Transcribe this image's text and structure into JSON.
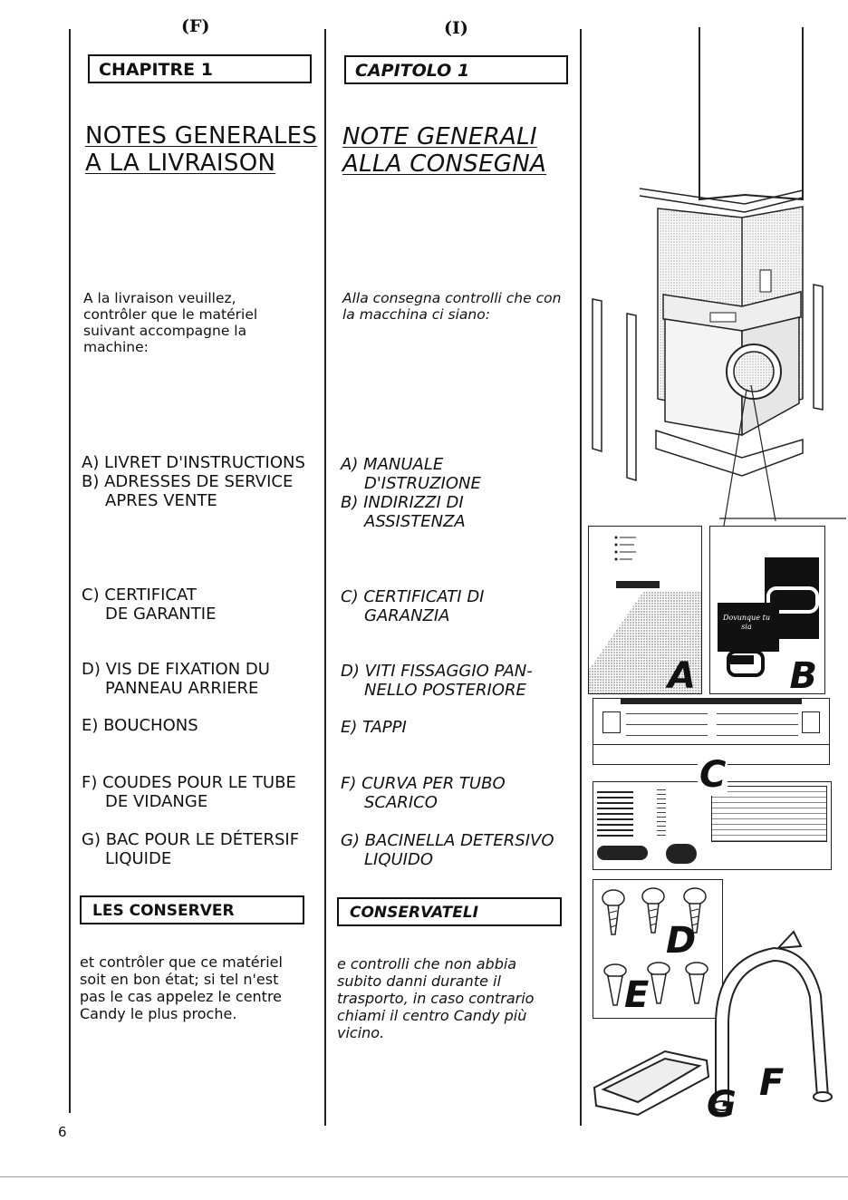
{
  "french": {
    "lang_mark": "F",
    "chapter": "CHAPITRE 1",
    "title_line1": "NOTES GENERALES",
    "title_line2": "A LA LIVRAISON",
    "intro": "A la livraison veuillez, contrôler que le matériel suivant accompagne la machine:",
    "items": [
      {
        "line1": "A) LIVRET D'INSTRUCTIONS",
        "line2": ""
      },
      {
        "line1": "B) ADRESSES DE SERVICE",
        "line2": "APRES VENTE"
      },
      {
        "line1": "C) CERTIFICAT",
        "line2": "DE GARANTIE"
      },
      {
        "line1": "D) VIS DE FIXATION DU",
        "line2": "PANNEAU ARRIERE"
      },
      {
        "line1": "E) BOUCHONS",
        "line2": ""
      },
      {
        "line1": "F) COUDES POUR LE TUBE",
        "line2": "DE VIDANGE"
      },
      {
        "line1": "G) BAC POUR LE DÉTERSIF",
        "line2": "LIQUIDE"
      }
    ],
    "conserve": "LES CONSERVER",
    "closing": "et contrôler que ce matériel soit en bon état; si tel n'est pas le cas appelez le centre Candy le plus proche."
  },
  "italian": {
    "lang_mark": "I",
    "chapter": "CAPITOLO 1",
    "title_line1": "NOTE GENERALI",
    "title_line2": "ALLA CONSEGNA",
    "intro": "Alla consegna controlli che con la macchina ci siano:",
    "items": [
      {
        "line1": "A) MANUALE",
        "line2": "D'ISTRUZIONE"
      },
      {
        "line1": "B) INDIRIZZI DI",
        "line2": "ASSISTENZA"
      },
      {
        "line1": "C) CERTIFICATI DI",
        "line2": "GARANZIA"
      },
      {
        "line1": "D) VITI FISSAGGIO PAN-",
        "line2": "NELLO POSTERIORE"
      },
      {
        "line1": "E) TAPPI",
        "line2": ""
      },
      {
        "line1": "F) CURVA PER TUBO",
        "line2": "SCARICO"
      },
      {
        "line1": "G) BACINELLA DETERSIVO",
        "line2": "LIQUIDO"
      }
    ],
    "conserve": "CONSERVATELI",
    "closing": "e controlli che non abbia subito danni durante il trasporto, in caso contrario chiami il centro Candy più vicino."
  },
  "illustration": {
    "labels": {
      "a": "A",
      "b": "B",
      "c": "C",
      "d": "D",
      "e": "E",
      "f": "F",
      "g": "G"
    },
    "booklet_b_text": "Dovunque tu sia"
  },
  "page_number": "6"
}
